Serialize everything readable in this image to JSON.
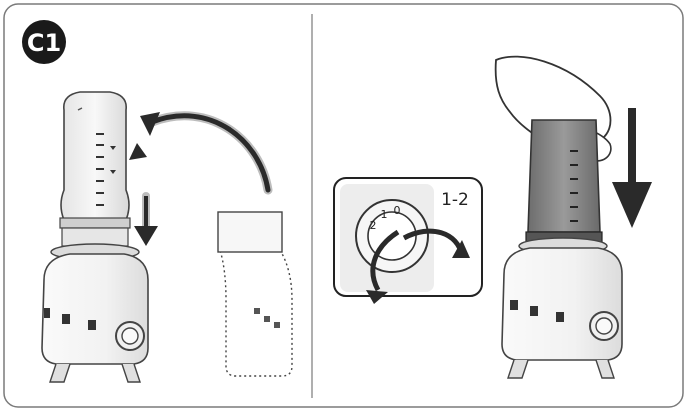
{
  "step_label": "C1",
  "dial": {
    "speed_range_label": "1-2",
    "numbers": [
      "0",
      "1",
      "2"
    ]
  },
  "colors": {
    "frame_stroke": "#7a7a7a",
    "badge_fill": "#1a1a1a",
    "badge_text": "#ffffff",
    "jar_grey": "#8f8f8f",
    "arrow_dark": "#222222",
    "body_white": "#f4f4f4"
  },
  "icons": [
    "hand-icon",
    "rotate-arrow-icon",
    "down-arrow-icon",
    "curved-arrow-icon"
  ]
}
